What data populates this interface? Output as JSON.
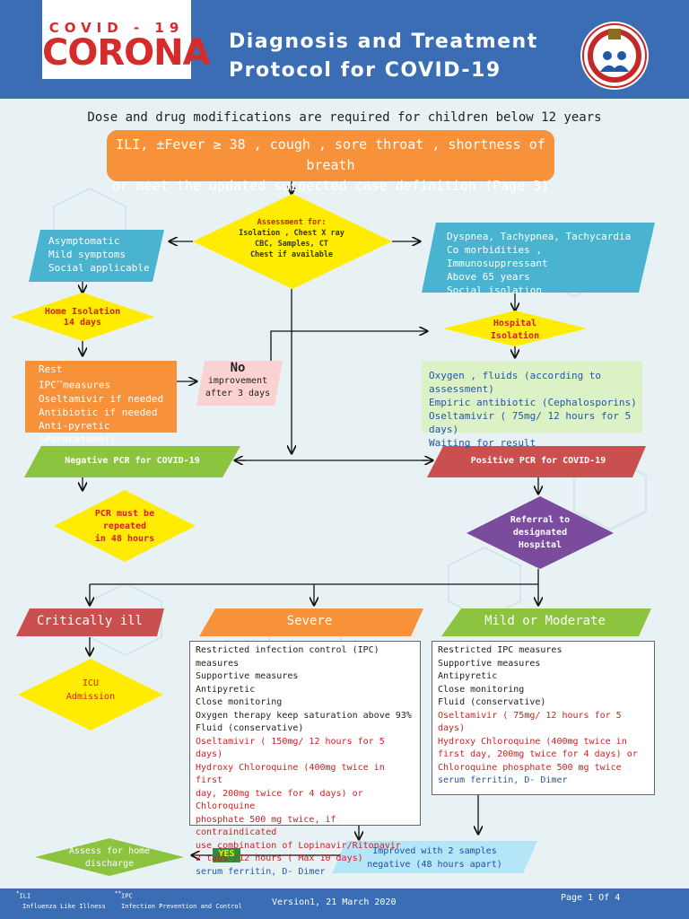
{
  "header": {
    "logo_top": "COVID - 19",
    "logo_main": "CORONA",
    "title_line1": "Diagnosis and Treatment",
    "title_line2": "Protocol for COVID-19"
  },
  "note": "Dose and drug modifications are required for children below 12 years",
  "entry": {
    "line1": "ILI, ±Fever ≥ 38 , cough , sore throat , shortness of breath",
    "line2": "or meet the updated suspected case definition (Page 3)"
  },
  "assessment": {
    "title": "Assessment for:",
    "line1": "Isolation , Chest X ray",
    "line2": "CBC, Samples, CT",
    "line3": "Chest if available"
  },
  "asymptomatic": [
    "Asymptomatic",
    "Mild symptoms",
    "Social applicable"
  ],
  "dyspnea": [
    "Dyspnea, Tachypnea, Tachycardia",
    "Co morbidities , Immunosuppressant",
    "Above 65 years",
    "Social isolation"
  ],
  "home_isolation": [
    "Home Isolation",
    "14 days"
  ],
  "hospital_isolation": [
    "Hospital",
    "Isolation"
  ],
  "home_care": {
    "items": [
      "Rest",
      "IPC",
      "measures",
      "Oseltamivir if needed",
      "Antibiotic if needed",
      "Anti-pyretic (Paracetamol)"
    ],
    "ipc_sup": "**"
  },
  "no_improvement": {
    "no": "No",
    "line1": "improvement",
    "line2": "after 3 days"
  },
  "hospital_care": [
    "Oxygen , fluids (according to assessment)",
    "Empiric antibiotic (Cephalosporins)",
    "Oseltamivir ( 75mg/ 12 hours for 5 days)",
    "Waiting for result"
  ],
  "negative_pcr": "Negative PCR for COVID-19",
  "positive_pcr": "Positive PCR for COVID-19",
  "pcr_repeat": [
    "PCR must be",
    "repeated",
    "in 48 hours"
  ],
  "referral": [
    "Referral to",
    "designated",
    "Hospital"
  ],
  "critical": {
    "label": "Critically ill",
    "icu": [
      "ICU",
      "Admission"
    ]
  },
  "severe": {
    "label": "Severe",
    "black": [
      "Restricted infection control (IPC) measures",
      "Supportive measures",
      "Antipyretic",
      "Close monitoring",
      "Oxygen therapy  keep saturation above 93%",
      "Fluid (conservative)"
    ],
    "red": [
      "Oseltamivir ( 150mg/ 12 hours for 5 days)",
      "Hydroxy Chloroquine (400mg  twice in first",
      "day, 200mg twice for 4 days) or Chloroquine",
      "phosphate 500 mg twice, if contraindicated",
      "use combination of Lopinavir/Ritonavir",
      "2 tabs /12 hours ( Max 10 days)"
    ],
    "blue": "serum ferritin, D- Dimer"
  },
  "mild": {
    "label": "Mild or Moderate",
    "black": [
      "Restricted IPC measures",
      "Supportive measures",
      "Antipyretic",
      "Close monitoring",
      "Fluid (conservative)"
    ],
    "red": [
      "Oseltamivir ( 75mg/ 12 hours for 5 days)",
      "Hydroxy Chloroquine (400mg  twice in",
      "first day, 200mg twice for 4 days) or",
      "Chloroquine  phosphate 500 mg twice"
    ],
    "blue": "serum ferritin, D- Dimer"
  },
  "improved": [
    "Improved with 2 samples",
    "negative (48 hours apart)"
  ],
  "yes": "YES",
  "discharge": [
    "Assess for home",
    "discharge"
  ],
  "footer": {
    "ili_mark": "*",
    "ili_abbr": "ILI",
    "ili_full": "Influenza Like Illness",
    "ipc_mark": "**",
    "ipc_abbr": "IPC",
    "ipc_full": "Infection Prevention and Control",
    "version": "Version1, 21 March 2020",
    "page": "Page 1 Of  4"
  },
  "colors": {
    "header_blue": "#3a6db3",
    "orange": "#f7913a",
    "yellow": "#ffec00",
    "teal": "#4ab3d0",
    "green": "#8cc43f",
    "red": "#c9504e",
    "purple": "#7b4c9e",
    "pink": "#fcd1d1",
    "light_green": "#dcf1c6",
    "light_blue": "#b4e6f8",
    "dark_green": "#2f8c3a"
  }
}
